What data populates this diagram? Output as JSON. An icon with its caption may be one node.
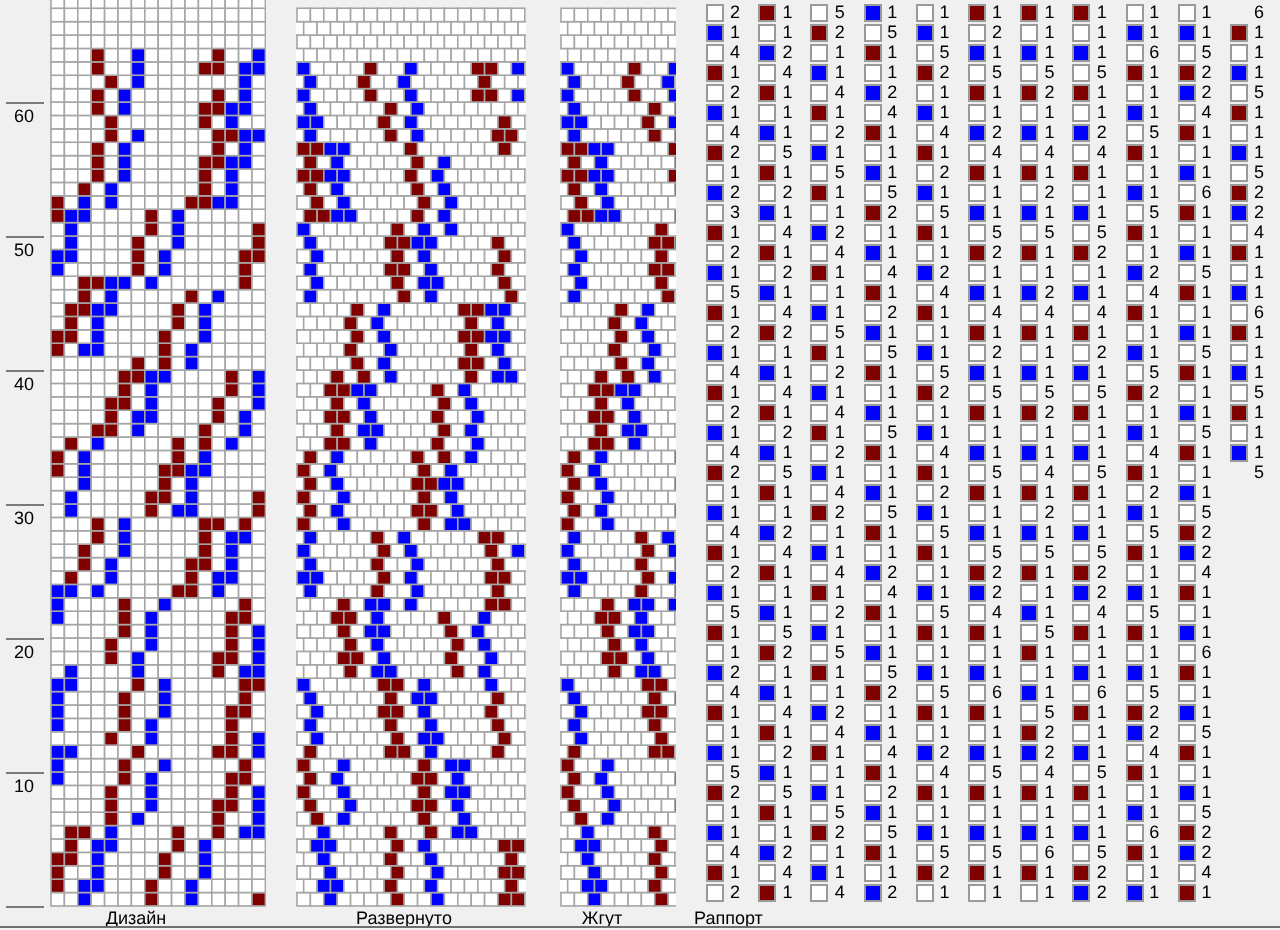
{
  "diagram": {
    "labels": [
      "60",
      "50",
      "40",
      "30",
      "20",
      "10",
      "2",
      "1",
      "4",
      "1",
      "2",
      "1",
      "4",
      "2",
      "1",
      "2",
      "3",
      "1",
      "2",
      "1",
      "5",
      "1",
      "2",
      "1",
      "4",
      "1",
      "2",
      "1",
      "4",
      "2",
      "1",
      "1",
      "4",
      "1",
      "2",
      "1",
      "5",
      "1",
      "1",
      "2",
      "4",
      "1",
      "1",
      "1",
      "5",
      "2",
      "1",
      "1",
      "4",
      "1",
      "2",
      "1",
      "1",
      "2",
      "4",
      "1",
      "1",
      "1",
      "5",
      "1",
      "2",
      "1",
      "4",
      "1",
      "2",
      "1",
      "4",
      "2",
      "1",
      "1",
      "4",
      "1",
      "2",
      "1",
      "5",
      "1",
      "1",
      "2",
      "4",
      "1",
      "1",
      "1",
      "5",
      "2",
      "1",
      "1",
      "4",
      "1",
      "2",
      "1",
      "5",
      "1",
      "1",
      "2",
      "4",
      "1",
      "5",
      "2",
      "1",
      "1",
      "4",
      "1",
      "2",
      "1",
      "5",
      "1",
      "1",
      "2",
      "4",
      "1",
      "1",
      "1",
      "5",
      "1",
      "2",
      "1",
      "4",
      "1",
      "2",
      "1",
      "4",
      "2",
      "1",
      "1",
      "4",
      "1",
      "2",
      "1",
      "5",
      "1",
      "1",
      "2",
      "4",
      "1",
      "1",
      "1",
      "5",
      "2",
      "1",
      "1",
      "4",
      "1",
      "5",
      "1",
      "1",
      "2",
      "4",
      "1",
      "1",
      "1",
      "5",
      "2",
      "1",
      "1",
      "4",
      "1",
      "2",
      "1",
      "5",
      "1",
      "1",
      "1",
      "5",
      "1",
      "1",
      "1",
      "5",
      "1",
      "1",
      "2",
      "4",
      "1",
      "1",
      "1",
      "5",
      "2",
      "1",
      "1",
      "4",
      "1",
      "2",
      "1",
      "5",
      "1",
      "1",
      "2",
      "1",
      "1",
      "5",
      "2",
      "1",
      "1",
      "4",
      "1",
      "2",
      "1",
      "5",
      "1",
      "1",
      "2",
      "4",
      "1",
      "1",
      "1",
      "5",
      "2",
      "1",
      "1",
      "4",
      "1",
      "2",
      "1",
      "5",
      "1",
      "1",
      "1",
      "5",
      "1",
      "1",
      "1",
      "5",
      "1",
      "1",
      "2",
      "4",
      "1",
      "1",
      "1",
      "5",
      "2",
      "1",
      "1",
      "2",
      "1",
      "5",
      "1",
      "1",
      "2",
      "4",
      "1",
      "1",
      "1",
      "5",
      "2",
      "1",
      "1",
      "4",
      "1",
      "2",
      "1",
      "5",
      "1",
      "1",
      "1",
      "5",
      "1",
      "1",
      "1",
      "5",
      "2",
      "2",
      "4",
      "1",
      "1",
      "1",
      "6",
      "1",
      "1",
      "1",
      "5",
      "1",
      "1",
      "1",
      "5",
      "1",
      "1",
      "1",
      "1",
      "1",
      "5",
      "2",
      "1",
      "1",
      "4",
      "1",
      "2",
      "1",
      "5",
      "1",
      "1",
      "2",
      "4",
      "1",
      "1",
      "1",
      "5",
      "2",
      "1",
      "1",
      "4",
      "1",
      "2",
      "1",
      "5",
      "1",
      "1",
      "1",
      "5",
      "1",
      "1",
      "1",
      "5",
      "2",
      "2",
      "4",
      "1",
      "1",
      "1",
      "6",
      "1",
      "1",
      "1",
      "1",
      "1",
      "5",
      "1",
      "1",
      "2",
      "4",
      "1",
      "1",
      "1",
      "5",
      "2",
      "1",
      "1",
      "4",
      "1",
      "2",
      "1",
      "5",
      "1",
      "1",
      "1",
      "5",
      "1",
      "1",
      "1",
      "5",
      "2",
      "2",
      "4",
      "1",
      "1",
      "1",
      "6",
      "1",
      "1",
      "1",
      "5",
      "1",
      "1",
      "1",
      "5",
      "2",
      "2",
      "1",
      "1",
      "6",
      "1",
      "1",
      "1",
      "5",
      "1",
      "1",
      "1",
      "5",
      "1",
      "1",
      "2",
      "4",
      "1",
      "1",
      "1",
      "5",
      "2",
      "1",
      "1",
      "4",
      "1",
      "2",
      "1",
      "5",
      "1",
      "1",
      "1",
      "5",
      "1",
      "1",
      "1",
      "5",
      "2",
      "2",
      "4",
      "1",
      "1",
      "1",
      "6",
      "1",
      "1",
      "1",
      "1",
      "1",
      "5",
      "2",
      "2",
      "4",
      "1",
      "1",
      "1",
      "6",
      "1",
      "1",
      "1",
      "5",
      "1",
      "1",
      "1",
      "5",
      "1",
      "1",
      "1",
      "5",
      "1",
      "1",
      "1",
      "5",
      "2",
      "2",
      "4",
      "1",
      "1",
      "1",
      "6",
      "1",
      "1",
      "1",
      "5",
      "1",
      "1",
      "1",
      "5",
      "2",
      "2",
      "4",
      "1",
      "6",
      "1",
      "1",
      "1",
      "5",
      "1",
      "1",
      "1",
      "5",
      "2",
      "2",
      "4",
      "1",
      "1",
      "1",
      "6",
      "1",
      "1",
      "1",
      "5",
      "1",
      "1",
      "1",
      "5",
      "Дизайн",
      "Развернуто",
      "Жгут",
      "Раппорт"
    ]
  }
}
